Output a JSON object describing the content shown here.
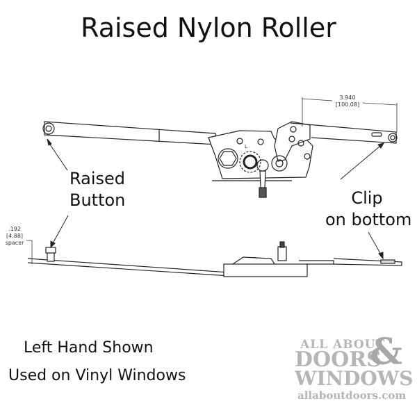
{
  "title": "Raised Nylon Roller",
  "labels": {
    "raised_button": [
      "Raised",
      "Button"
    ],
    "clip": [
      "Clip",
      "on bottom"
    ],
    "notes": [
      "Left Hand Shown",
      "Used on Vinyl Windows"
    ]
  },
  "dimensions": {
    "arm_length": [
      "3.940",
      "[100.08]"
    ],
    "spacer": [
      ".192",
      "[4.88]",
      "spacer"
    ],
    "handedness_mark": "L"
  },
  "logo": {
    "line1": "ALL ABOUT",
    "line2": "DOORS",
    "ampersand": "&",
    "line3": "WINDOWS",
    "url": "allaboutdoors.com"
  }
}
